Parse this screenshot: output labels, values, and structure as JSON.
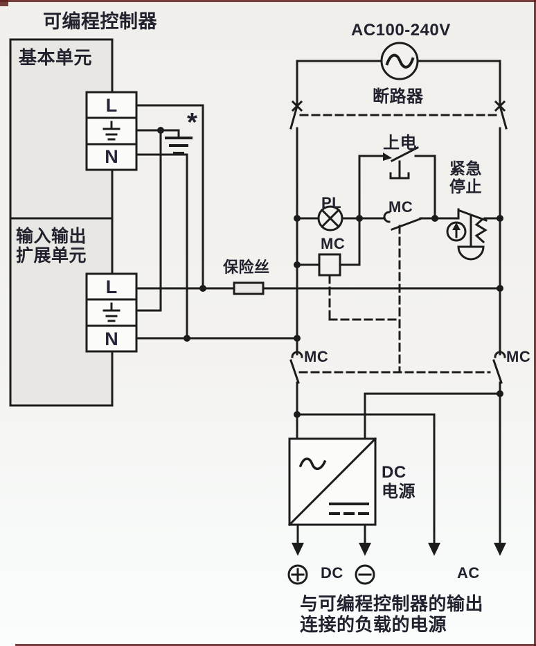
{
  "diagram": {
    "title": "可编程控制器",
    "plc": {
      "basic_unit": "基本单元",
      "expansion_unit_line1": "输入输出",
      "expansion_unit_line2": "扩展单元",
      "terminal_live": "L",
      "terminal_neutral": "N",
      "earth_note": "*"
    },
    "supply": {
      "voltage": "AC100-240V",
      "breaker": "断路器",
      "power_on": "上电",
      "emergency_stop_line1": "紧急",
      "emergency_stop_line2": "停止",
      "pilot_lamp": "PL",
      "contactor": "MC",
      "fuse": "保险丝"
    },
    "dc_supply": {
      "line1": "DC",
      "line2": "电源"
    },
    "outputs": {
      "dc_label": "DC",
      "ac_label": "AC"
    },
    "caption_line1": "与可编程控制器的输出",
    "caption_line2": "连接的负载的电源",
    "icons": {
      "ac_source": "ac-source-icon",
      "breaker_switch": "breaker-switch-icon",
      "pushbutton": "power-on-pushbutton-icon",
      "pilot_lamp": "pilot-lamp-icon",
      "contactor_coil": "contactor-coil-icon",
      "contactor_contact": "contactor-contact-icon",
      "emergency_stop": "emergency-stop-mushroom-icon",
      "fuse": "fuse-icon",
      "earth": "earth-ground-icon",
      "dc_power_supply": "dc-power-supply-icon",
      "dc_plus": "plus-circle-icon",
      "dc_minus": "minus-circle-icon",
      "load_arrow": "down-arrow-icon"
    },
    "colors": {
      "line": "#1c1c1c",
      "panel_fill": "#e9e7e3",
      "cell_fill": "#fbfbf9",
      "background": "#f2f1ed",
      "frame": "#5f1d1d",
      "text": "#22222e"
    }
  }
}
